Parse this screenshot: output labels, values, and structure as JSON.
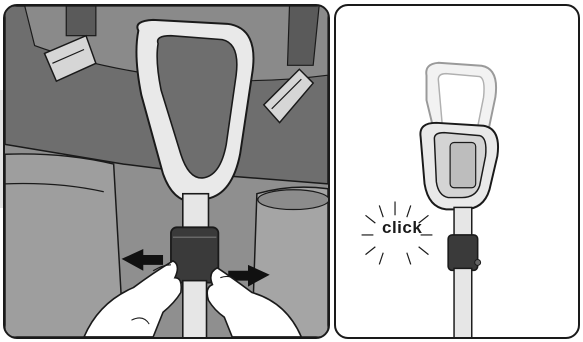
{
  "instruction_figure": {
    "left_panel": {
      "subject": "stroller-handle-fold-latch",
      "action": "squeeze-collar-sides"
    },
    "right_panel": {
      "subject": "handle-retracted-position",
      "sound_effect": "click"
    }
  }
}
